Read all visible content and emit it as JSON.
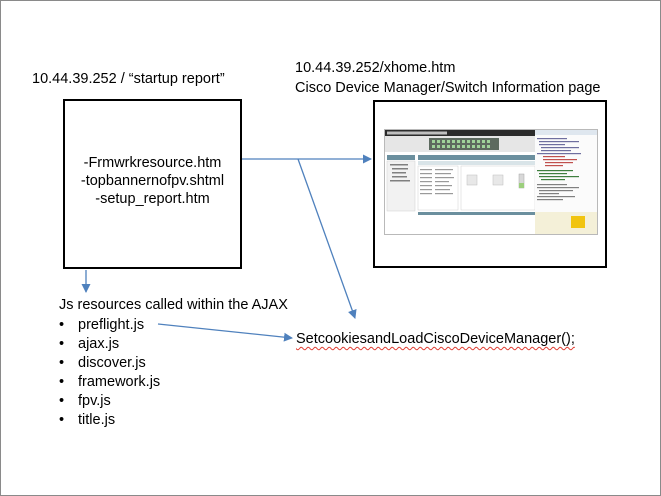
{
  "left_box": {
    "heading": "10.44.39.252 / “startup report”",
    "lines": [
      "-Frmwrkresource.htm",
      "-topbannernofpv.shtml",
      "-setup_report.htm"
    ]
  },
  "right_box": {
    "heading_line1": "10.44.39.252/xhome.htm",
    "heading_line2": "Cisco Device Manager/Switch Information page",
    "screenshot_icon": "cisco-device-manager-screenshot"
  },
  "js_resources": {
    "heading": "Js resources called within the AJAX",
    "bullet_glyph": "•",
    "items": [
      "preflight.js",
      "ajax.js",
      "discover.js",
      "framework.js",
      "fpv.js",
      "title.js"
    ]
  },
  "function_call": "SetcookiesandLoadCiscoDeviceManager();",
  "colors": {
    "arrow": "#4f81bd",
    "box_border": "#000000",
    "spell_underline": "#e03c31"
  }
}
